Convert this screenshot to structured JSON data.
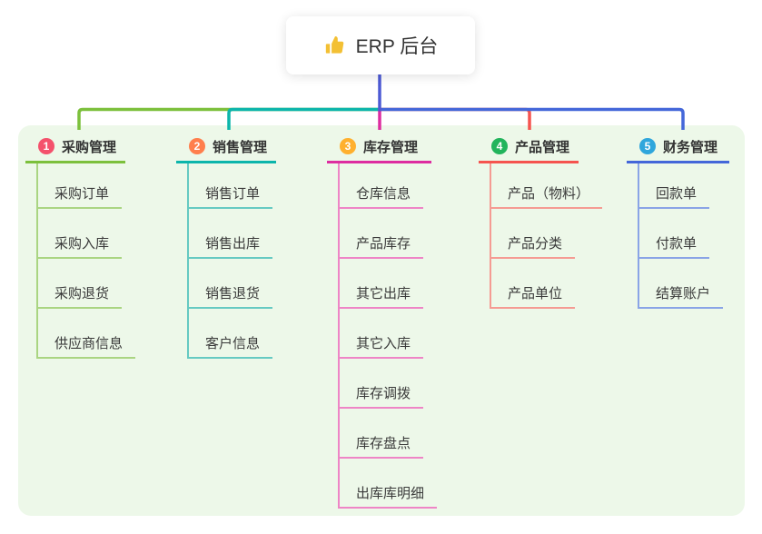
{
  "root": {
    "label": "ERP 后台",
    "icon": "thumbs-up-icon",
    "icon_color": "#f3c034",
    "connector_color": "#4d5ad4"
  },
  "panel": {
    "background": "#edf8e9"
  },
  "branches": [
    {
      "num": "1",
      "label": "采购管理",
      "badge_color": "#f4516c",
      "line_color": "#7cc03c",
      "child_line_color": "#aad582",
      "children": [
        "采购订单",
        "采购入库",
        "采购退货",
        "供应商信息"
      ]
    },
    {
      "num": "2",
      "label": "销售管理",
      "badge_color": "#ff7f4d",
      "line_color": "#0cb5ab",
      "child_line_color": "#66cac2",
      "children": [
        "销售订单",
        "销售出库",
        "销售退货",
        "客户信息"
      ]
    },
    {
      "num": "3",
      "label": "库存管理",
      "badge_color": "#ffb02e",
      "line_color": "#dd2da0",
      "child_line_color": "#ee85c6",
      "children": [
        "仓库信息",
        "产品库存",
        "其它出库",
        "其它入库",
        "库存调拨",
        "库存盘点",
        "出库库明细"
      ]
    },
    {
      "num": "4",
      "label": "产品管理",
      "badge_color": "#22b45c",
      "line_color": "#f5544f",
      "child_line_color": "#f59b93",
      "children": [
        "产品（物料）",
        "产品分类",
        "产品单位"
      ]
    },
    {
      "num": "5",
      "label": "财务管理",
      "badge_color": "#2fa6dc",
      "line_color": "#4467d9",
      "child_line_color": "#8aa4e6",
      "children": [
        "回款单",
        "付款单",
        "结算账户"
      ]
    }
  ]
}
